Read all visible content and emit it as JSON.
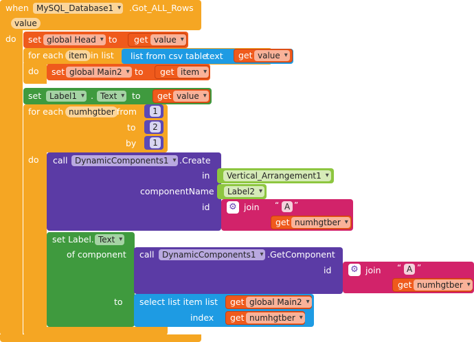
{
  "event": {
    "when": "when",
    "component": "MySQL_Database1",
    "event_name": ".Got_ALL_Rows",
    "param": "value",
    "do": "do"
  },
  "set_head": {
    "set": "set",
    "var": "global Head",
    "to": "to",
    "get": "get",
    "get_var": "value"
  },
  "foreach1": {
    "for_each": "for each",
    "item": "item",
    "in_list": "in list",
    "csv_label": "list from csv table",
    "csv_text": "text",
    "get": "get",
    "get_var": "value",
    "do": "do"
  },
  "set_main2": {
    "set": "set",
    "var": "global Main2",
    "to": "to",
    "get": "get",
    "get_var": "item"
  },
  "set_label1": {
    "set": "set",
    "component": "Label1",
    "dot": ".",
    "prop": "Text",
    "to": "to",
    "get": "get",
    "get_var": "value"
  },
  "foreach2": {
    "for_each": "for each",
    "var": "numhgtber",
    "from": "from",
    "from_val": "1",
    "to": "to",
    "to_val": "2",
    "by": "by",
    "by_val": "1",
    "do": "do"
  },
  "create": {
    "call": "call",
    "component": "DynamicComponents1",
    "method": ".Create",
    "in": "in",
    "in_val": "Vertical_Arrangement1",
    "componentName": "componentName",
    "componentName_val": "Label2",
    "id": "id",
    "join": "join",
    "str": "A",
    "get": "get",
    "get_var": "numhgtber"
  },
  "set_label_generic": {
    "set": "set Label.",
    "prop": "Text",
    "of_component": "of component",
    "call": "call",
    "component": "DynamicComponents1",
    "method": ".GetComponent",
    "id": "id",
    "join": "join",
    "str": "A",
    "get": "get",
    "get_var": "numhgtber",
    "to": "to",
    "select": "select list item  list",
    "get2": "get",
    "list_var": "global Main2",
    "index": "index",
    "get3": "get",
    "index_var": "numhgtber"
  },
  "colors": {
    "event": "#f5a623",
    "variable": "#ef5a1c",
    "component_setter": "#3f9a3e",
    "list": "#1e9be3",
    "math": "#5c49b5",
    "text": "#d2236a",
    "any_component": "#5b3ba5"
  }
}
